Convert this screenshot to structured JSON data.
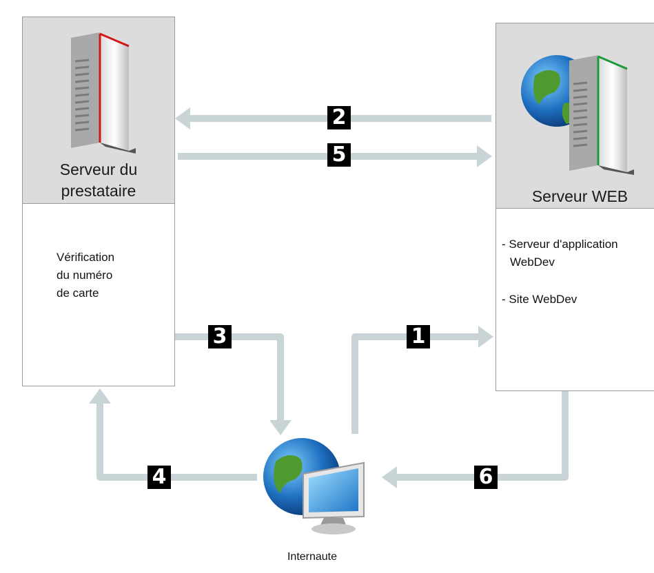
{
  "prestataire": {
    "title_line1": "Serveur du",
    "title_line2": "prestataire",
    "desc_line1": "Vérification",
    "desc_line2": "du numéro",
    "desc_line3": "de carte"
  },
  "web": {
    "title": "Serveur WEB",
    "item1_line1": "- Serveur d'application",
    "item1_line2": "WebDev",
    "item2": "- Site WebDev"
  },
  "client": {
    "label": "Internaute"
  },
  "steps": [
    "1",
    "2",
    "3",
    "4",
    "5",
    "6"
  ],
  "colors": {
    "arrow": "#c8d4d6",
    "box_header": "#dcdcdc",
    "badge": "#000000",
    "server_stripe_left": "#d01818",
    "server_stripe_right": "#1a9a3a"
  },
  "icons": {
    "prestataire": "server-icon",
    "web": "globe-server-icon",
    "client": "globe-monitor-icon"
  }
}
